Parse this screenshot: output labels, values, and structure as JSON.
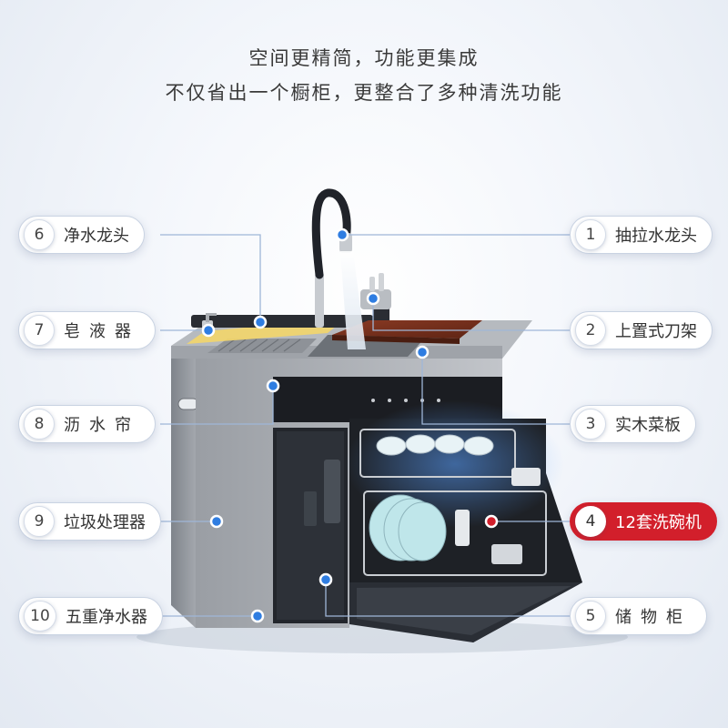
{
  "headline": {
    "line1": "空间更精简，功能更集成",
    "line2": "不仅省出一个橱柜，更整合了多种清洗功能"
  },
  "features_left": [
    {
      "number": "6",
      "label": "净水龙头"
    },
    {
      "number": "7",
      "label": "皂液器"
    },
    {
      "number": "8",
      "label": "沥水帘"
    },
    {
      "number": "9",
      "label": "垃圾处理器"
    },
    {
      "number": "10",
      "label": "五重净水器"
    }
  ],
  "features_right": [
    {
      "number": "1",
      "label": "抽拉水龙头"
    },
    {
      "number": "2",
      "label": "上置式刀架"
    },
    {
      "number": "3",
      "label": "实木菜板"
    },
    {
      "number": "4",
      "label": "12套洗碗机",
      "highlight_color": "#d21f2b"
    },
    {
      "number": "5",
      "label": "储物柜"
    }
  ],
  "colors": {
    "callout_line": "#9fb6d8",
    "marker_blue": "#2f7de1",
    "marker_red": "#d21f2b",
    "cabinet": "#8d9198",
    "panel": "#1b1d22"
  }
}
